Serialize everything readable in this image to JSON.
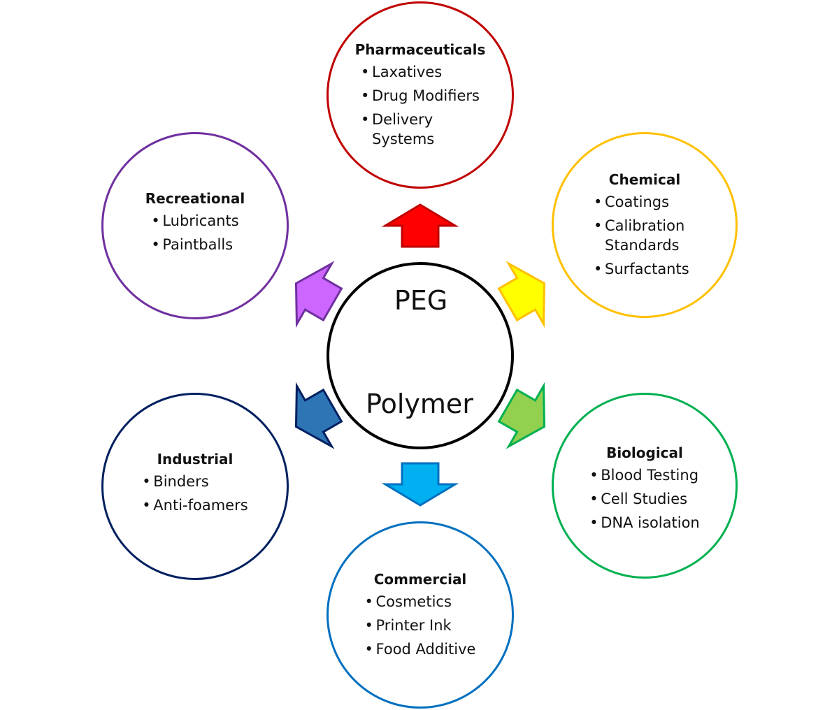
{
  "center": {
    "label_top": "PEG",
    "label_bottom": "Polymer",
    "stroke": "#000000"
  },
  "nodes": [
    {
      "id": "pharmaceuticals",
      "title": "Pharmaceuticals",
      "items": [
        "Laxatives",
        "Drug Modifiers",
        "Delivery Systems"
      ],
      "stroke": "#C00000",
      "arrow_fill": "#FF0000",
      "arrow_stroke": "#C00000",
      "direction": "up"
    },
    {
      "id": "chemical",
      "title": "Chemical",
      "items": [
        "Coatings",
        "Calibration Standards",
        "Surfactants"
      ],
      "stroke": "#FFC000",
      "arrow_fill": "#FFFF00",
      "arrow_stroke": "#FFC000",
      "direction": "up-right"
    },
    {
      "id": "biological",
      "title": "Biological",
      "items": [
        "Blood Testing",
        "Cell Studies",
        "DNA isolation"
      ],
      "stroke": "#00B050",
      "arrow_fill": "#92D050",
      "arrow_stroke": "#00B050",
      "direction": "down-right"
    },
    {
      "id": "commercial",
      "title": "Commercial",
      "items": [
        "Cosmetics",
        "Printer Ink",
        "Food Additive"
      ],
      "stroke": "#0070C0",
      "arrow_fill": "#00B0F0",
      "arrow_stroke": "#0070C0",
      "direction": "down"
    },
    {
      "id": "industrial",
      "title": "Industrial",
      "items": [
        "Binders",
        "Anti-foamers"
      ],
      "stroke": "#002060",
      "arrow_fill": "#2E75B6",
      "arrow_stroke": "#002060",
      "direction": "down-left"
    },
    {
      "id": "recreational",
      "title": "Recreational",
      "items": [
        "Lubricants",
        "Paintballs"
      ],
      "stroke": "#7030A0",
      "arrow_fill": "#CC66FF",
      "arrow_stroke": "#7030A0",
      "direction": "up-left"
    }
  ],
  "bullet_char": "•"
}
